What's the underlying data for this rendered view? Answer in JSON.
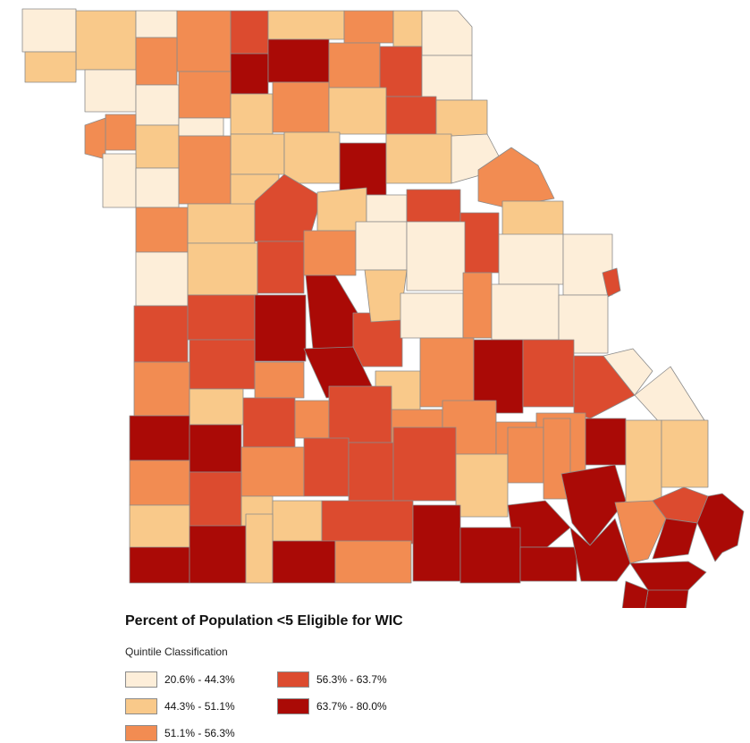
{
  "legend": {
    "title": "Percent of Population <5 Eligible for WIC",
    "subtitle": "Quintile Classification",
    "classes": [
      {
        "label": "20.6% - 44.3%",
        "color": "#fdeed9"
      },
      {
        "label": "44.3% - 51.1%",
        "color": "#f9c98a"
      },
      {
        "label": "51.1% - 56.3%",
        "color": "#f28c52"
      },
      {
        "label": "56.3% - 63.7%",
        "color": "#dc4b2f"
      },
      {
        "label": "63.7% - 80.0%",
        "color": "#aa0a06"
      }
    ]
  }
}
